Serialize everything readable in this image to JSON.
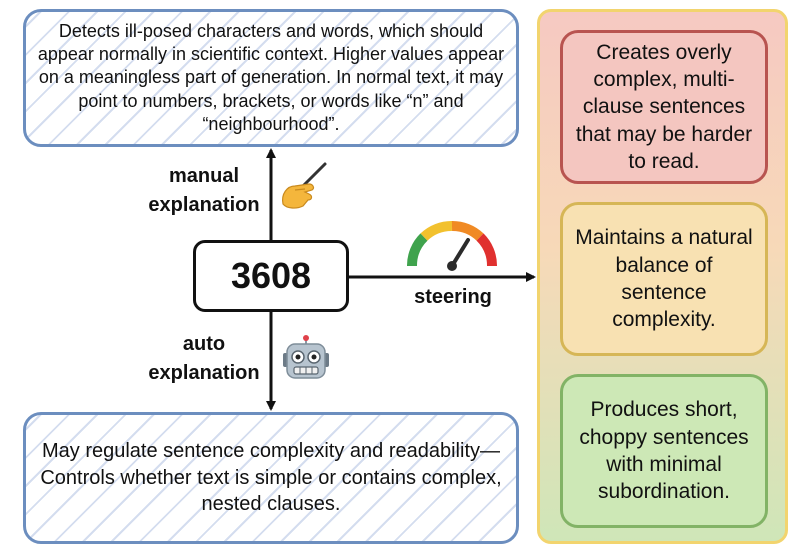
{
  "feature_id": "3608",
  "manual_explanation": {
    "label_line1": "manual",
    "label_line2": "explanation",
    "text": "Detects ill-posed characters and words, which should appear normally in scientific context. Higher values appear on a meaningless part of generation. In normal text, it may point to numbers, brackets, or words like “n” and “neighbourhood”."
  },
  "auto_explanation": {
    "label_line1": "auto",
    "label_line2": "explanation",
    "text": "May regulate sentence complexity and readability—Controls whether text is simple or contains complex, nested clauses."
  },
  "steering": {
    "label": "steering",
    "outcomes": [
      {
        "text": "Creates overly complex, multi-clause sentences that may be harder to read.",
        "color": "#b85450"
      },
      {
        "text": "Maintains a natural balance of sentence complexity.",
        "color": "#d6b656"
      },
      {
        "text": "Produces short, choppy sentences with minimal subordination.",
        "color": "#82b366"
      }
    ]
  },
  "icons": {
    "manual": "writing-hand-icon",
    "auto": "robot-icon",
    "steering": "gauge-icon"
  }
}
